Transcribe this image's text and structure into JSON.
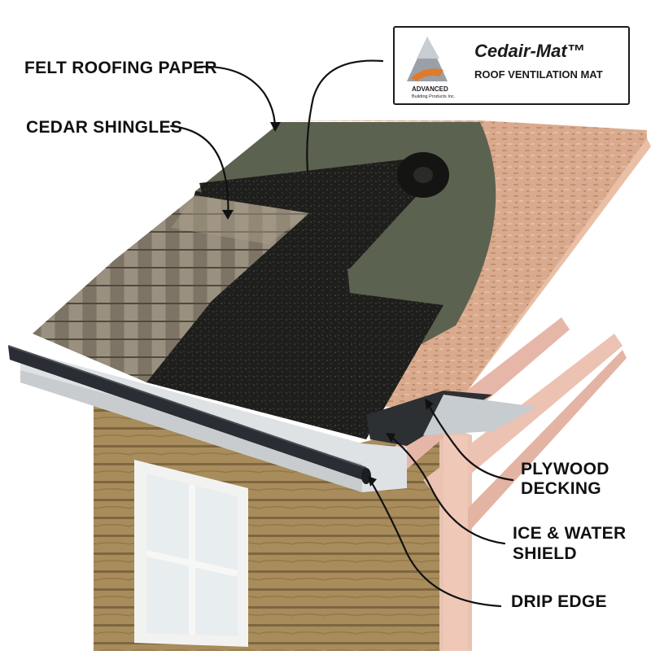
{
  "logo": {
    "title": "Cedair-Mat™",
    "subtitle": "ROOF VENTILATION MAT",
    "brand": "ADVANCED",
    "brand_sub": "Building Products Inc."
  },
  "labels": {
    "felt": "FELT ROOFING PAPER",
    "cedar": "CEDAR SHINGLES",
    "plywood_1": "PLYWOOD",
    "plywood_2": "DECKING",
    "ice_1": "ICE & WATER",
    "ice_2": "SHIELD",
    "drip": "DRIP EDGE"
  },
  "colors": {
    "felt": "#5d6350",
    "mat": "#1d1d1b",
    "shingle": "#8d8272",
    "plywood": "#d9a98c",
    "rafter": "#e8bcb0",
    "siding": "#a88d5e",
    "gutter": "#2a2d33",
    "trim": "#dfe2e5"
  }
}
